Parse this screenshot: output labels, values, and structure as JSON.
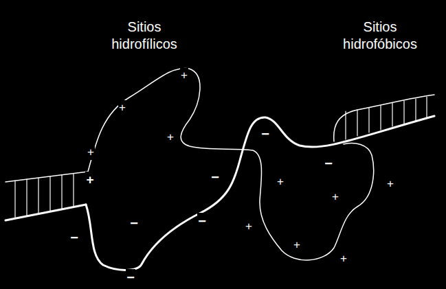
{
  "diagram": {
    "labels": [
      "Sitios hidrofílicos",
      "Sitios hidrofóbicos",
      "+",
      "+",
      "+",
      "+",
      "+",
      "+",
      "+",
      "+",
      "+",
      "+",
      "+",
      "−",
      "−",
      "−",
      "−",
      "−",
      "−",
      "−"
    ]
  }
}
